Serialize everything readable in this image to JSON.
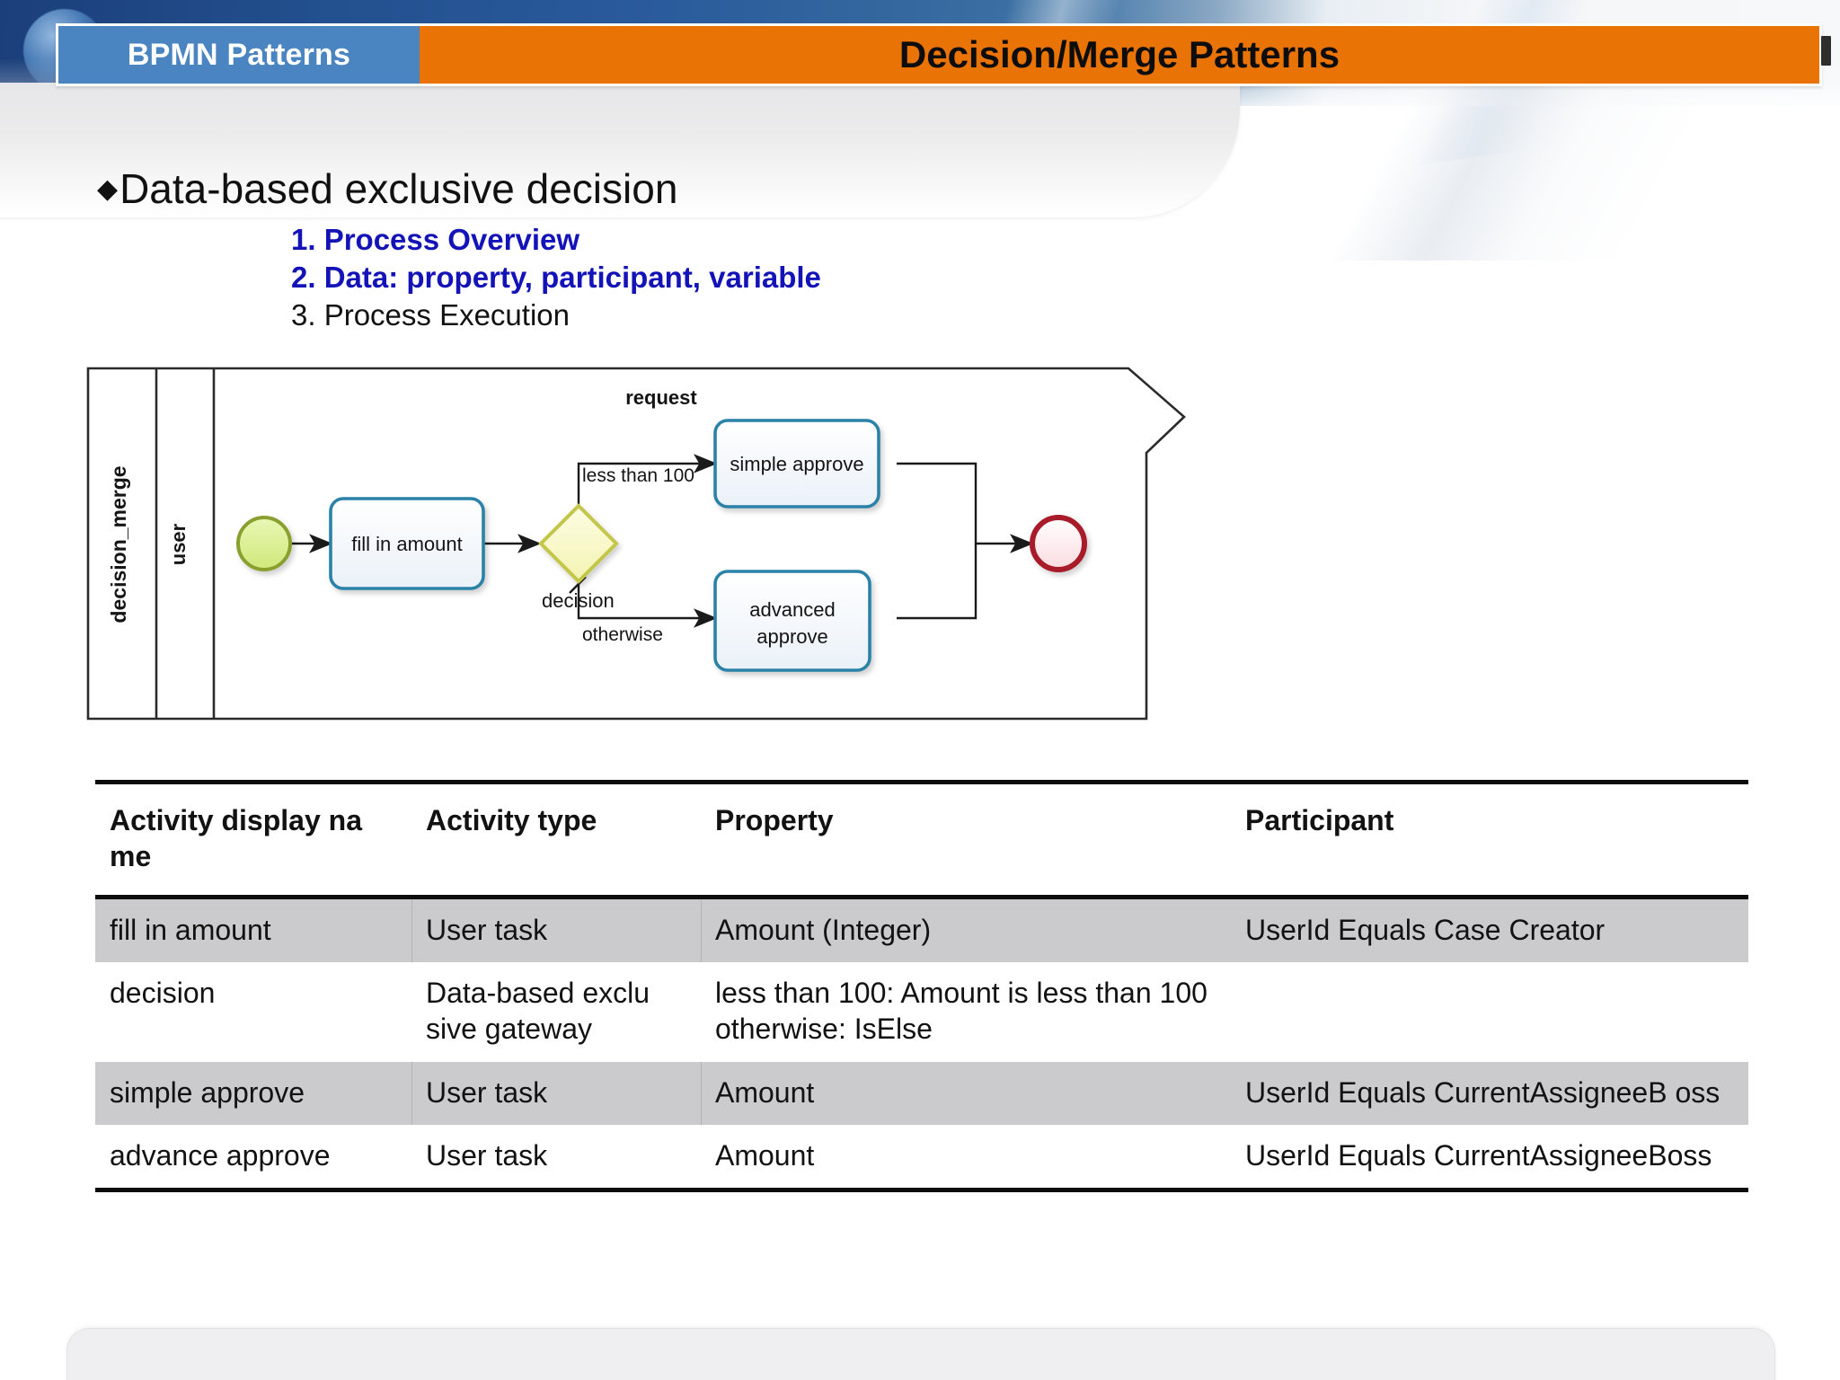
{
  "header": {
    "tab_label": "BPMN Patterns",
    "title": "Decision/Merge Patterns",
    "tab_color": "#4a85c2",
    "title_bar_color": "#ea7306"
  },
  "outline": {
    "bullet_glyph": "◆",
    "heading": "Data-based exclusive decision",
    "items": [
      {
        "label": "1. Process Overview",
        "emphasis": true
      },
      {
        "label": "2. Data: property, participant, variable",
        "emphasis": true
      },
      {
        "label": "3. Process Execution",
        "emphasis": false
      }
    ],
    "emphasis_color": "#1313b8"
  },
  "diagram": {
    "pool_label": "decision_merge",
    "lane_label": "user",
    "message_label": "request",
    "start_event_label": "",
    "end_event_label": "",
    "tasks": [
      {
        "label": "fill in amount"
      },
      {
        "label": "simple approve"
      },
      {
        "label": "advanced approve",
        "line1": "advanced",
        "line2": "approve"
      }
    ],
    "gateway_label": "decision",
    "flow_labels": {
      "condition": "less than 100",
      "default": "otherwise"
    },
    "colors": {
      "start_fill": "#dcf08c",
      "start_stroke": "#8aa02e",
      "end_fill": "#fbe7e9",
      "end_stroke": "#a81b2b",
      "task_fill": "#f4f8fc",
      "task_stroke": "#2c82a8",
      "gateway_fill": "#f7f7c8",
      "gateway_stroke": "#c3c64a",
      "pool_stroke": "#2b2b2b"
    }
  },
  "table": {
    "columns": [
      "Activity display na me",
      "Activity type",
      "Property",
      "Participant"
    ],
    "rows": [
      {
        "activity": "fill in amount",
        "type": "User task",
        "property": "Amount (Integer)",
        "participant": "UserId Equals Case Creator",
        "shaded": true
      },
      {
        "activity": "decision",
        "type": "Data-based exclu sive gateway",
        "property": "less than 100: Amount is less than 100\notherwise: IsElse",
        "participant": "",
        "shaded": false
      },
      {
        "activity": "simple approve",
        "type": "User task",
        "property": "Amount",
        "participant": "UserId Equals CurrentAssigneeB oss",
        "shaded": true
      },
      {
        "activity": "advance approve",
        "type": "User task",
        "property": "Amount",
        "participant": "UserId Equals CurrentAssigneeBoss",
        "shaded": false
      }
    ],
    "shade_color": "#cbcbcd"
  }
}
